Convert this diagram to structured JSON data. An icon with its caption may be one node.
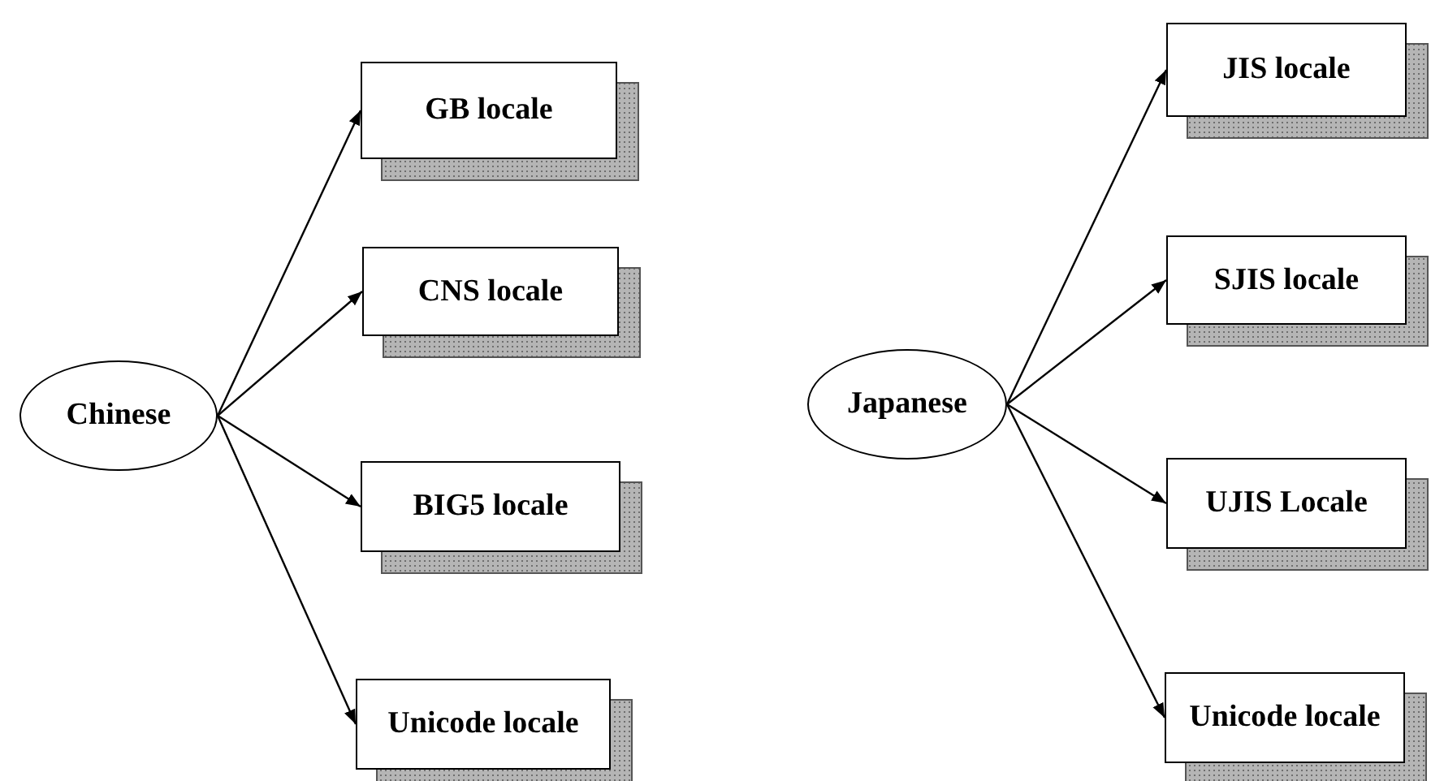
{
  "diagram": {
    "nodes": [
      {
        "text": [
          "Chinese"
        ]
      },
      {
        "text": [
          "GB locale"
        ]
      },
      {
        "text": [
          "CNS locale"
        ]
      },
      {
        "text": [
          "BIG5 locale"
        ]
      },
      {
        "text": [
          "Unicode locale"
        ]
      },
      {
        "text": [
          "Japanese"
        ]
      },
      {
        "text": [
          "JIS locale"
        ]
      },
      {
        "text": [
          "SJIS locale"
        ]
      },
      {
        "text": [
          "UJIS Locale"
        ]
      },
      {
        "text": [
          "Unicode locale"
        ]
      }
    ],
    "edges": [
      {
        "from": 0,
        "to": 1,
        "arrow": "to"
      },
      {
        "from": 0,
        "to": 2,
        "arrow": "to"
      },
      {
        "from": 0,
        "to": 3,
        "arrow": "to"
      },
      {
        "from": 0,
        "to": 4,
        "arrow": "to"
      },
      {
        "from": 5,
        "to": 6,
        "arrow": "to"
      },
      {
        "from": 5,
        "to": 7,
        "arrow": "to"
      },
      {
        "from": 5,
        "to": 8,
        "arrow": "to"
      },
      {
        "from": 5,
        "to": 9,
        "arrow": "to"
      }
    ]
  }
}
